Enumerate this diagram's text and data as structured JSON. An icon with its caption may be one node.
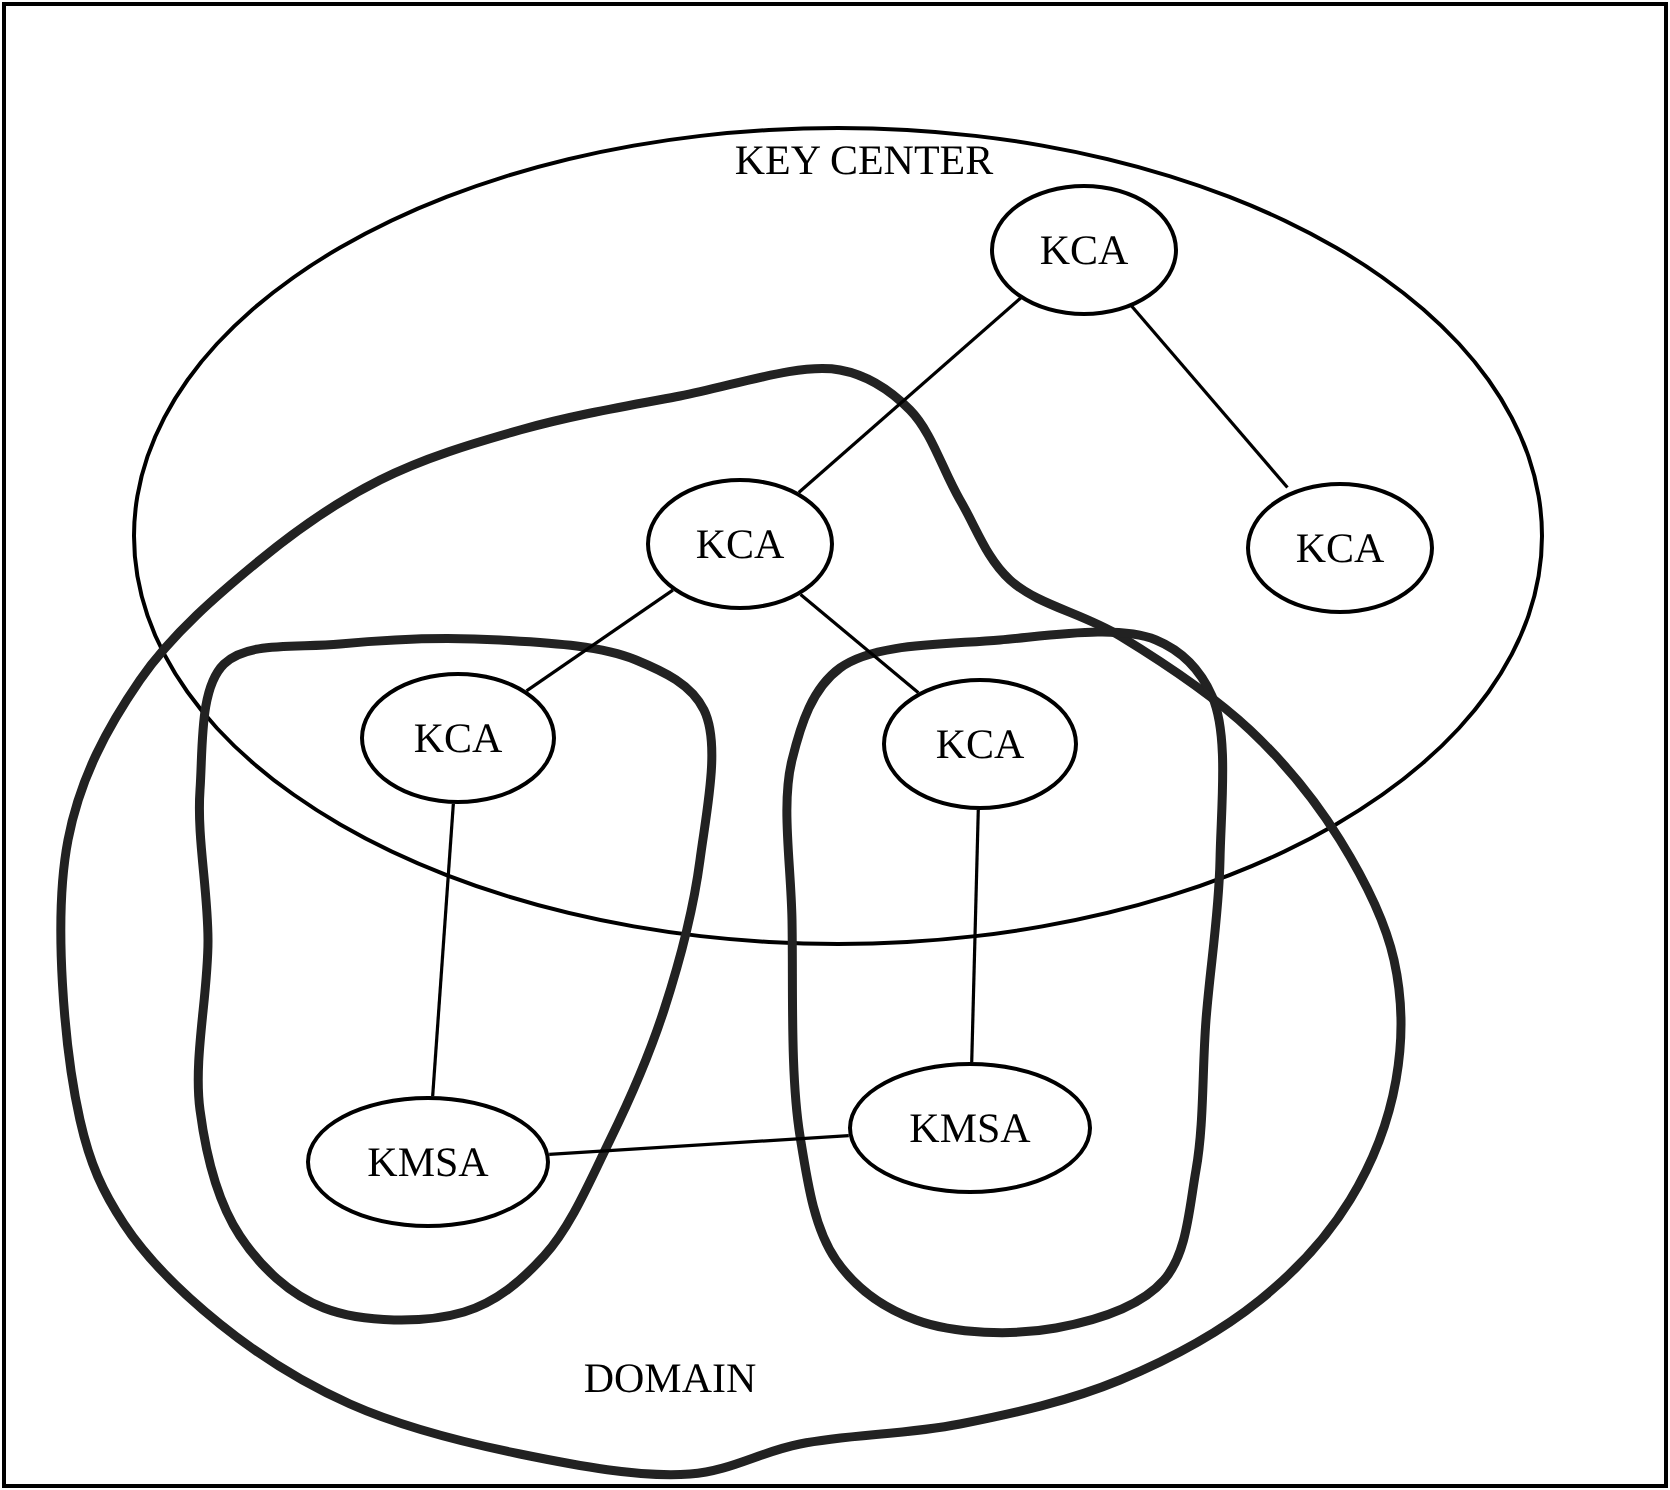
{
  "diagram": {
    "nodes": [
      {
        "text": [
          "KEY CENTER"
        ]
      },
      {
        "text": [
          "DOMAIN"
        ]
      },
      {
        "text": [],
        "shape": "blob",
        "in": 1
      },
      {
        "text": [],
        "shape": "blob",
        "in": 1
      },
      {
        "text": [
          "KCA"
        ],
        "in": 0
      },
      {
        "text": [
          "KCA"
        ]
      },
      {
        "text": [
          "KCA"
        ],
        "in": 0
      },
      {
        "text": [
          "KCA"
        ]
      },
      {
        "text": [
          "KCA"
        ]
      },
      {
        "text": [
          "KMSA"
        ],
        "in": 2
      },
      {
        "text": [
          "KMSA"
        ],
        "in": 3
      }
    ],
    "edges": [
      {
        "from": 4,
        "to": 5,
        "arrow": "none"
      },
      {
        "from": 4,
        "to": 6,
        "arrow": "none"
      },
      {
        "from": 5,
        "to": 7,
        "arrow": "none"
      },
      {
        "from": 5,
        "to": 8,
        "arrow": "none"
      },
      {
        "from": 7,
        "to": 9,
        "arrow": "none"
      },
      {
        "from": 8,
        "to": 10,
        "arrow": "none"
      },
      {
        "from": 9,
        "to": 10,
        "arrow": "none"
      }
    ]
  }
}
